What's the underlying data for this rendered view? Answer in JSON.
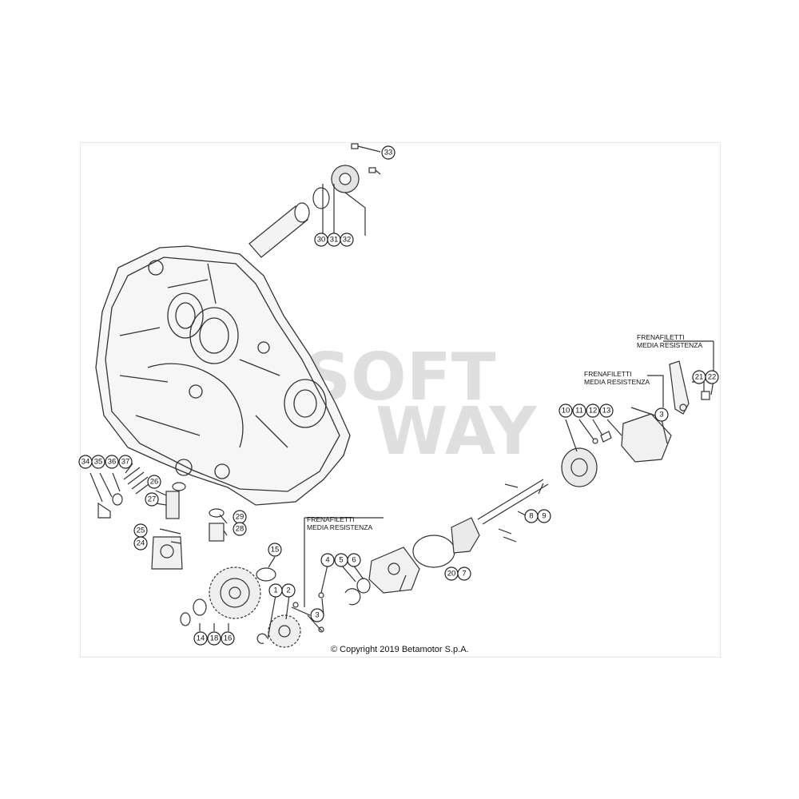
{
  "diagram": {
    "watermark": [
      "SOFT",
      "WAY"
    ],
    "notes": [
      {
        "line1": "FRENAFILETTI",
        "line2": "MEDIA RESISTENZA"
      },
      {
        "line1": "FRENAFILETTI",
        "line2": "MEDIA RESISTENZA"
      },
      {
        "line1": "FRENAFILETTI",
        "line2": "MEDIA RESISTENZA"
      }
    ],
    "callouts": [
      "33",
      "30",
      "31",
      "32",
      "34",
      "35",
      "36",
      "37",
      "26",
      "27",
      "25",
      "24",
      "29",
      "28",
      "15",
      "1",
      "2",
      "14",
      "18",
      "16",
      "4",
      "5",
      "6",
      "3",
      "20",
      "7",
      "8",
      "9",
      "10",
      "11",
      "12",
      "13",
      "3",
      "21",
      "22"
    ],
    "copyright": "© Copyright 2019 Betamotor S.p.A."
  }
}
